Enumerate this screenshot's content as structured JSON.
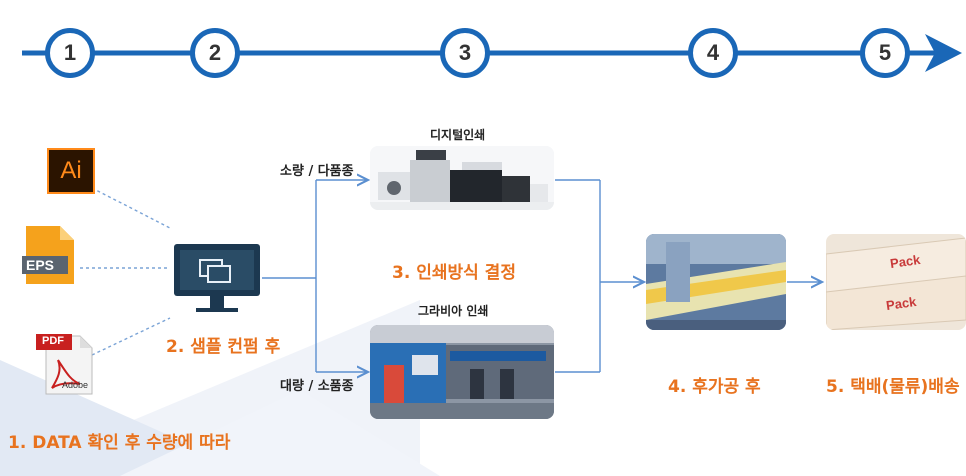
{
  "timeline": {
    "steps": [
      "1",
      "2",
      "3",
      "4",
      "5"
    ],
    "line_color": "#1a67b7"
  },
  "sources": {
    "ai": {
      "text": "Ai",
      "icon": "adobe-illustrator-icon"
    },
    "eps": {
      "text": "EPS",
      "icon": "eps-file-icon"
    },
    "pdf": {
      "tab": "PDF",
      "brand": "Adobe",
      "icon": "pdf-file-icon"
    }
  },
  "labels": {
    "step1": "1. DATA 확인 후 수량에 따라",
    "step2": "2. 샘플 컨펌 후",
    "step3": "3. 인쇄방식 결정",
    "step4": "4. 후가공 후",
    "step5": "5. 택배(물류)배송",
    "branch_small": "소량 / 다품종",
    "branch_large": "대량 / 소품종",
    "digital_title": "디지털인쇄",
    "gravure_title": "그라비아 인쇄",
    "box_text_1": "Pack",
    "box_text_2": "Pack"
  },
  "colors": {
    "accent": "#e8731f",
    "blue": "#1a67b7",
    "connector": "#5b8fd0"
  }
}
